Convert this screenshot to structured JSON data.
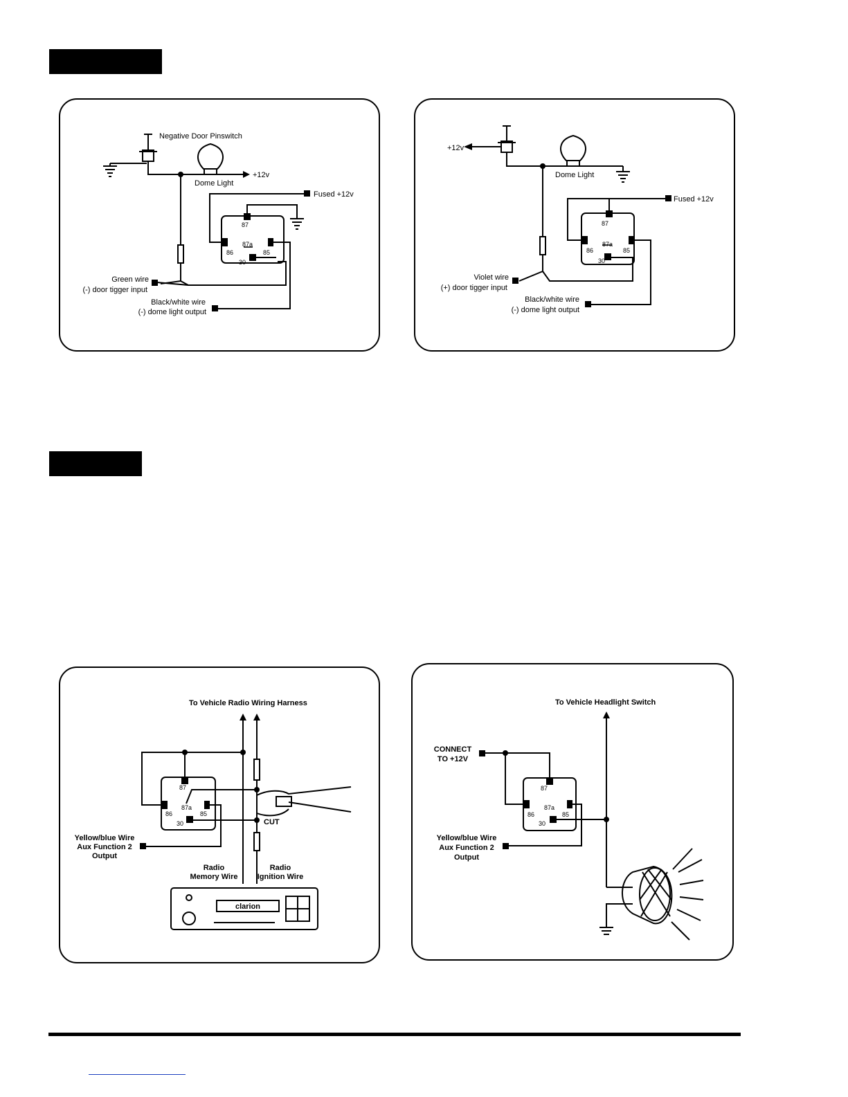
{
  "diagram1": {
    "switch_label": "Negative Door Pinswitch",
    "light_label": "Dome Light",
    "supply_label": "+12v",
    "fused_label": "Fused +12v",
    "pin87": "87",
    "pin86": "86",
    "pin87a": "87a",
    "pin85": "85",
    "pin30": "30",
    "input_wire": "Green wire",
    "input_desc": "(-) door tigger input",
    "output_wire": "Black/white wire",
    "output_desc": "(-) dome light output"
  },
  "diagram2": {
    "supply_label": "+12v",
    "light_label": "Dome Light",
    "fused_label": "Fused +12v",
    "pin87": "87",
    "pin86": "86",
    "pin87a": "87a",
    "pin85": "85",
    "pin30": "30",
    "input_wire": "Violet wire",
    "input_desc": "(+) door tigger input",
    "output_wire": "Black/white wire",
    "output_desc": "(-) dome light output"
  },
  "diagram3": {
    "harness_label": "To Vehicle Radio Wiring Harness",
    "pin87": "87",
    "pin86": "86",
    "pin87a": "87a",
    "pin85": "85",
    "pin30": "30",
    "cut_label": "CUT",
    "aux_line1": "Yellow/blue Wire",
    "aux_line2": "Aux Function 2",
    "aux_line3": "Output",
    "memory_line1": "Radio",
    "memory_line2": "Memory Wire",
    "ignition_line1": "Radio",
    "ignition_line2": "Ignition Wire",
    "radio_brand": "clarion"
  },
  "diagram4": {
    "switch_label": "To Vehicle Headlight Switch",
    "connect_line1": "CONNECT",
    "connect_line2": "TO +12V",
    "pin87": "87",
    "pin86": "86",
    "pin87a": "87a",
    "pin85": "85",
    "pin30": "30",
    "aux_line1": "Yellow/blue Wire",
    "aux_line2": "Aux Function 2",
    "aux_line3": "Output"
  }
}
